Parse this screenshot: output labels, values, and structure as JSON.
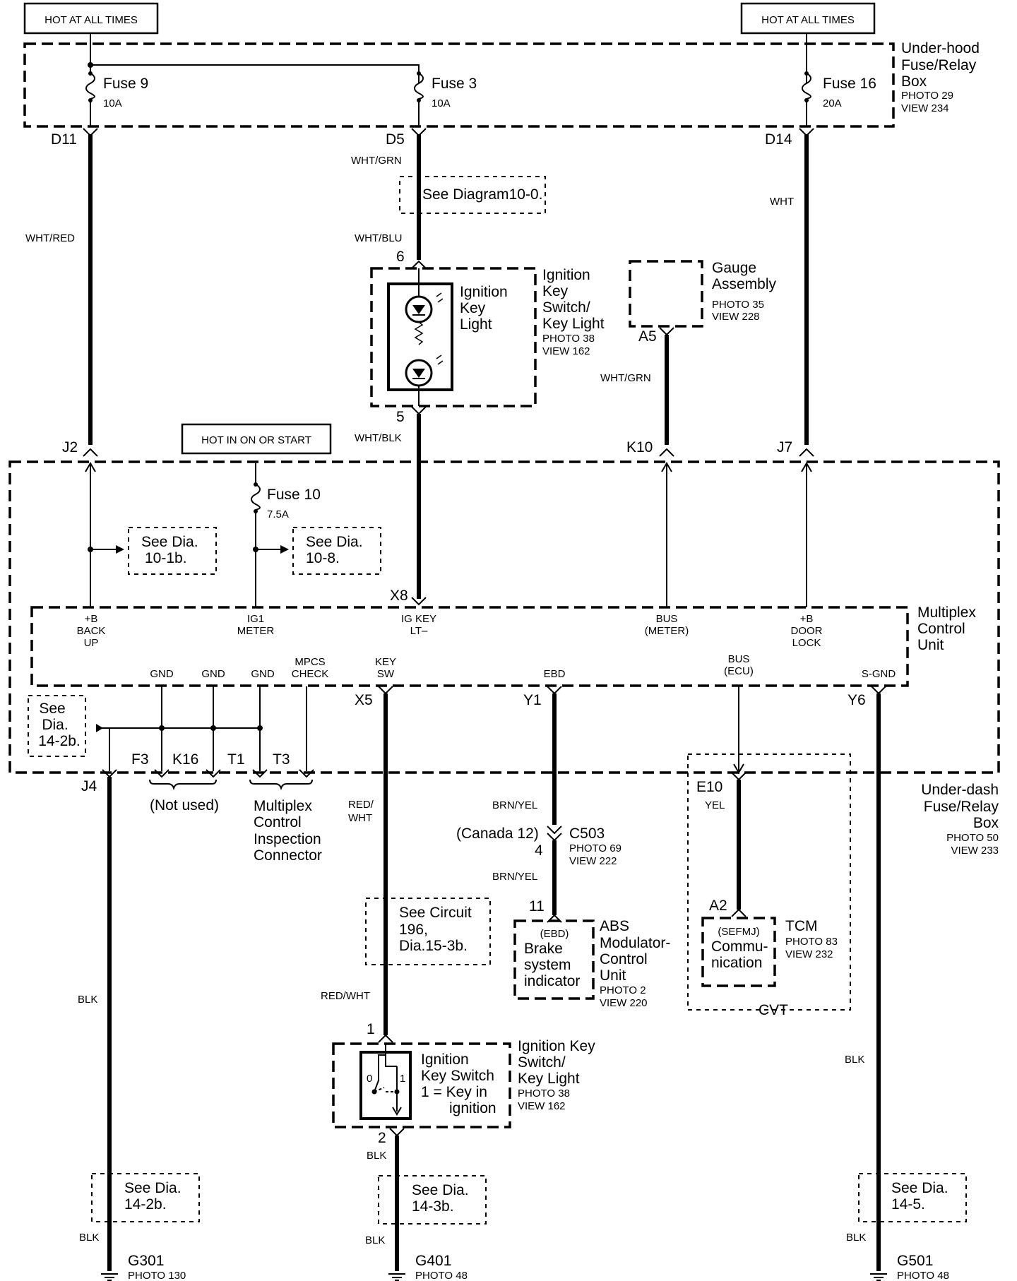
{
  "banners": {
    "hot1": "HOT AT ALL TIMES",
    "hot2": "HOT AT ALL TIMES",
    "hot_in": "HOT IN ON OR START"
  },
  "underhood_box": {
    "l1": "Under-hood",
    "l2": "Fuse/Relay",
    "l3": "Box",
    "photo": "PHOTO 29",
    "view": "VIEW 234"
  },
  "fuses": {
    "f9": {
      "name": "Fuse 9",
      "amp": "10A"
    },
    "f3": {
      "name": "Fuse 3",
      "amp": "10A"
    },
    "f16": {
      "name": "Fuse 16",
      "amp": "20A"
    },
    "f10": {
      "name": "Fuse 10",
      "amp": "7.5A"
    }
  },
  "pins": {
    "d11": "D11",
    "d5": "D5",
    "d14": "D14",
    "p6": "6",
    "p5": "5",
    "a5": "A5",
    "j2": "J2",
    "k10": "K10",
    "j7": "J7",
    "x8": "X8",
    "x5": "X5",
    "y1": "Y1",
    "y6": "Y6",
    "j4": "J4",
    "f3": "F3",
    "k16": "K16",
    "t1": "T1",
    "t3": "T3",
    "e10": "E10",
    "c4": "4",
    "p11": "11",
    "a2": "A2",
    "p1": "1",
    "p2": "2"
  },
  "wires": {
    "wht_red": "WHT/RED",
    "wht_grn": "WHT/GRN",
    "wht_blu": "WHT/BLU",
    "wht_blk": "WHT/BLK",
    "wht": "WHT",
    "wht_grn2": "WHT/GRN",
    "brn_yel": "BRN/YEL",
    "brn_yel2": "BRN/YEL",
    "red_wht_a": "RED/",
    "red_wht_b": "WHT",
    "red_wht2": "RED/WHT",
    "yel": "YEL",
    "blk1": "BLK",
    "blk2": "BLK",
    "blk3": "BLK",
    "blk4": "BLK",
    "blk5": "BLK"
  },
  "refs": {
    "diag10_0": "See Diagram10-0.",
    "dia10_1b": {
      "l1": "See Dia.",
      "l2": "10-1b."
    },
    "dia10_8": {
      "l1": "See Dia.",
      "l2": "10-8."
    },
    "dia14_2b_top": {
      "l1": "See",
      "l2": "Dia.",
      "l3": "14-2b."
    },
    "circuit196": {
      "l1": "See Circuit",
      "l2": "196,",
      "l3": "Dia.15-3b."
    },
    "dia14_2b": {
      "l1": "See Dia.",
      "l2": "14-2b."
    },
    "dia14_3b": {
      "l1": "See Dia.",
      "l2": "14-3b."
    },
    "dia14_5": {
      "l1": "See Dia.",
      "l2": "14-5."
    }
  },
  "key_light": {
    "inner": {
      "l1": "Ignition",
      "l2": "Key",
      "l3": "Light"
    },
    "label": {
      "l1": "Ignition",
      "l2": "Key",
      "l3": "Switch/",
      "l4": "Key Light"
    },
    "photo": "PHOTO 38",
    "view": "VIEW 162"
  },
  "gauge": {
    "l1": "Gauge",
    "l2": "Assembly",
    "photo": "PHOTO 35",
    "view": "VIEW 228"
  },
  "mcu": {
    "label": {
      "l1": "Multiplex",
      "l2": "Control",
      "l3": "Unit"
    },
    "t_backup": {
      "l1": "+B",
      "l2": "BACK",
      "l3": "UP"
    },
    "t_ig1": {
      "l1": "IG1",
      "l2": "METER"
    },
    "t_igkey": {
      "l1": "IG KEY",
      "l2": "LT–"
    },
    "t_bus_meter": {
      "l1": "BUS",
      "l2": "(METER)"
    },
    "t_doorlock": {
      "l1": "+B",
      "l2": "DOOR",
      "l3": "LOCK"
    },
    "t_gnd1": "GND",
    "t_gnd2": "GND",
    "t_gnd3": "GND",
    "t_mpcs": {
      "l1": "MPCS",
      "l2": "CHECK"
    },
    "t_keysw": {
      "l1": "KEY",
      "l2": "SW"
    },
    "t_ebd": "EBD",
    "t_bus_ecu": {
      "l1": "BUS",
      "l2": "(ECU)"
    },
    "t_sgnd": "S-GND"
  },
  "underdash_box": {
    "l1": "Under-dash",
    "l2": "Fuse/Relay",
    "l3": "Box",
    "photo": "PHOTO 50",
    "view": "VIEW 233"
  },
  "not_used": "(Not used)",
  "inspection": {
    "l1": "Multiplex",
    "l2": "Control",
    "l3": "Inspection",
    "l4": "Connector"
  },
  "c503": {
    "canada": "(Canada 12)",
    "name": "C503",
    "photo": "PHOTO 69",
    "view": "VIEW 222"
  },
  "abs": {
    "inner": {
      "l1": "(EBD)",
      "l2": "Brake",
      "l3": "system",
      "l4": "indicator"
    },
    "label": {
      "l1": "ABS",
      "l2": "Modulator-",
      "l3": "Control",
      "l4": "Unit"
    },
    "photo": "PHOTO 2",
    "view": "VIEW 220"
  },
  "tcm": {
    "inner": {
      "l1": "(SEFMJ)",
      "l2": "Commu-",
      "l3": "nication"
    },
    "label": "TCM",
    "photo": "PHOTO 83",
    "view": "VIEW 232",
    "cvt": "CVT"
  },
  "ign_switch": {
    "inner": {
      "l1": "Ignition",
      "l2": "Key Switch",
      "l3": "1 =  Key in",
      "l4": "ignition"
    },
    "label": {
      "l1": "Ignition Key",
      "l2": "Switch/",
      "l3": "Key Light"
    },
    "photo": "PHOTO 38",
    "view": "VIEW 162",
    "pos0": "0",
    "pos1": "1"
  },
  "grounds": {
    "g301": {
      "name": "G301",
      "photo": "PHOTO 130"
    },
    "g401": {
      "name": "G401",
      "photo": "PHOTO 48"
    },
    "g501": {
      "name": "G501",
      "photo": "PHOTO 48"
    }
  }
}
